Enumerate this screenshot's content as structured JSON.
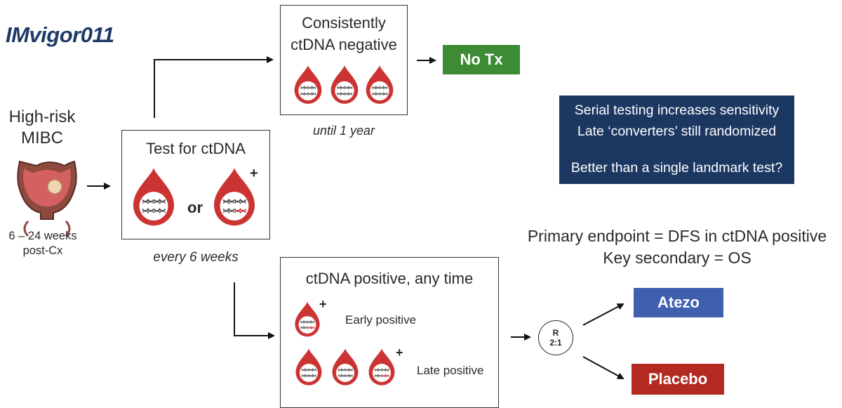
{
  "title": "IMvigor011",
  "patient": {
    "line1": "High-risk",
    "line2": "MIBC",
    "timing1": "6 – 24 weeks",
    "timing2": "post-Cx"
  },
  "test_box": {
    "title": "Test for ctDNA",
    "or": "or",
    "plus": "+",
    "caption": "every 6 weeks"
  },
  "negative_box": {
    "line1": "Consistently",
    "line2": "ctDNA negative",
    "caption": "until 1 year"
  },
  "outcome_no_tx": {
    "label": "No Tx",
    "color": "#3d8b34"
  },
  "positive_box": {
    "title": "ctDNA positive, any time",
    "early": "Early positive",
    "late": "Late positive",
    "plus": "+"
  },
  "randomization": {
    "line1": "R",
    "line2": "2:1"
  },
  "arms": {
    "atezo": {
      "label": "Atezo",
      "color": "#3f5faf"
    },
    "placebo": {
      "label": "Placebo",
      "color": "#b32a22"
    }
  },
  "endpoints": {
    "primary": "Primary endpoint = DFS in ctDNA positive",
    "secondary": "Key secondary = OS"
  },
  "info_box": {
    "line1": "Serial testing increases sensitivity",
    "line2": "Late ‘converters’ still randomized",
    "line3": "Better than a single landmark test?"
  },
  "colors": {
    "drop_red": "#cc3434",
    "title_navy": "#1f3a68",
    "info_bg": "#1c3862"
  }
}
